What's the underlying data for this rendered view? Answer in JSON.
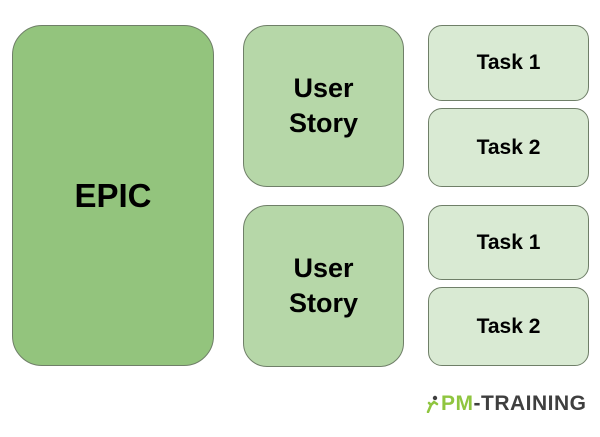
{
  "epic": {
    "label": "EPIC"
  },
  "stories": [
    {
      "label": "User Story",
      "tasks": [
        {
          "label": "Task 1"
        },
        {
          "label": "Task 2"
        }
      ]
    },
    {
      "label": "User Story",
      "tasks": [
        {
          "label": "Task 1"
        },
        {
          "label": "Task 2"
        }
      ]
    }
  ],
  "logo": {
    "text_pm": "PM",
    "text_rest": "-TRAINING"
  },
  "colors": {
    "epic": "#93c47d",
    "story": "#b6d7a8",
    "task": "#d9ead3",
    "logo_green": "#8fc53f"
  }
}
